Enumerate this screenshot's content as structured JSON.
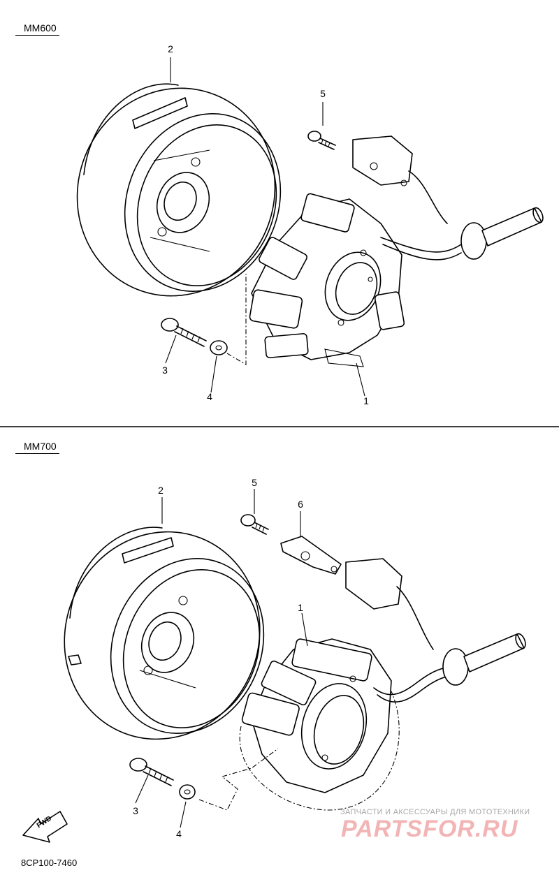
{
  "sections": [
    {
      "title": "MM600",
      "labels": [
        "2",
        "5",
        "3",
        "4",
        "1"
      ]
    },
    {
      "title": "MM700",
      "labels": [
        "2",
        "5",
        "6",
        "1",
        "3",
        "4"
      ]
    }
  ],
  "fwd_label": "FWD",
  "diagram_code": "8CP100-7460",
  "watermark": {
    "tagline": "ЗАПЧАСТИ И АКСЕССУАРЫ ДЛЯ МОТОТЕХНИКИ",
    "brand": "PARTSFOR.RU"
  }
}
